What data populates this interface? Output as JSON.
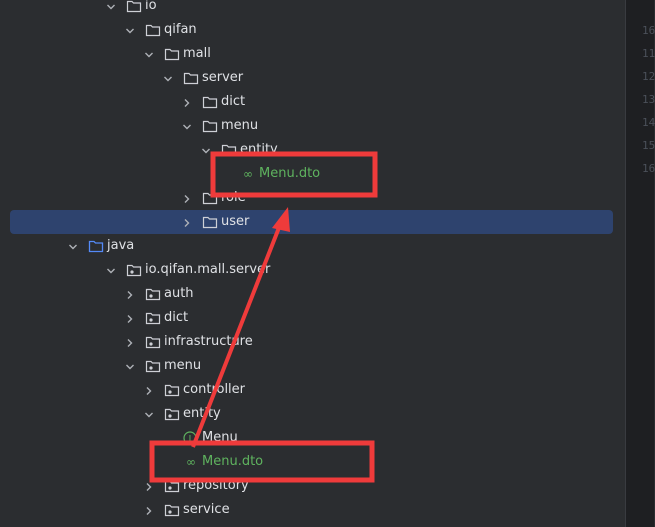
{
  "project_tree": {
    "items": [
      {
        "label": "io",
        "icon": "folder-icon",
        "expanded": true
      },
      {
        "label": "qifan",
        "icon": "folder-icon",
        "expanded": true
      },
      {
        "label": "mall",
        "icon": "folder-icon",
        "expanded": true
      },
      {
        "label": "server",
        "icon": "folder-icon",
        "expanded": true
      },
      {
        "label": "dict",
        "icon": "folder-icon",
        "expanded": false
      },
      {
        "label": "menu",
        "icon": "folder-icon",
        "expanded": true
      },
      {
        "label": "entity",
        "icon": "folder-icon",
        "expanded": true
      },
      {
        "label": "Menu.dto",
        "icon": "dto-file-icon",
        "status_color": "#5fb35f"
      },
      {
        "label": "role",
        "icon": "folder-icon",
        "expanded": false
      },
      {
        "label": "user",
        "icon": "folder-icon",
        "expanded": false,
        "selected": true
      },
      {
        "label": "java",
        "icon": "source-folder-icon",
        "expanded": true
      },
      {
        "label": "io.qifan.mall.server",
        "icon": "package-icon",
        "expanded": true
      },
      {
        "label": "auth",
        "icon": "package-icon",
        "expanded": false
      },
      {
        "label": "dict",
        "icon": "package-icon",
        "expanded": false
      },
      {
        "label": "infrastructure",
        "icon": "package-icon",
        "expanded": false
      },
      {
        "label": "menu",
        "icon": "package-icon",
        "expanded": true
      },
      {
        "label": "controller",
        "icon": "package-icon",
        "expanded": false
      },
      {
        "label": "entity",
        "icon": "package-icon",
        "expanded": true
      },
      {
        "label": "Menu",
        "icon": "interface-icon"
      },
      {
        "label": "Menu.dto",
        "icon": "dto-file-icon",
        "status_color": "#5fb35f"
      },
      {
        "label": "repository",
        "icon": "package-icon",
        "expanded": false
      },
      {
        "label": "service",
        "icon": "package-icon",
        "expanded": false
      }
    ]
  },
  "gutter": {
    "line_numbers": [
      "16",
      "11",
      "12",
      "13",
      "14",
      "15",
      "16"
    ]
  },
  "colors": {
    "annotation_red": "#ef3b3b",
    "selection": "#2e436e",
    "folder_outline": "#ced0d6",
    "source_folder": "#548af7",
    "interface_icon": "#5fb35f"
  }
}
